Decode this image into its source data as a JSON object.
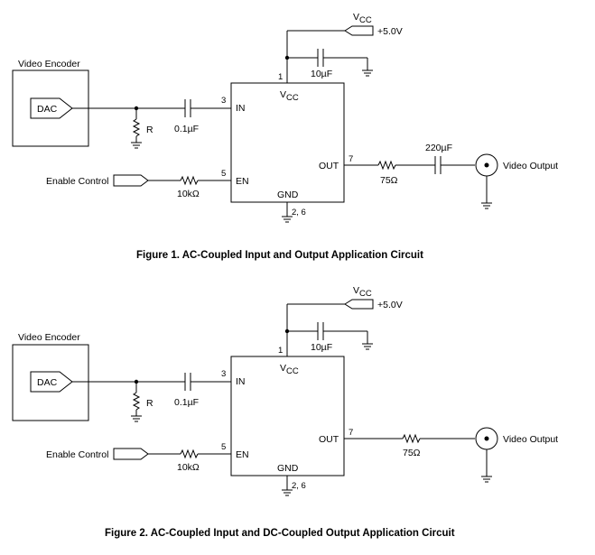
{
  "figure1": {
    "caption": "Figure 1. AC-Coupled Input and Output Application Circuit",
    "encoder_label": "Video Encoder",
    "dac_label": "DAC",
    "r_label": "R",
    "cin_label": "0.1µF",
    "enable_label": "Enable Control",
    "ren_label": "10kΩ",
    "vcc_supply_label": "V",
    "vcc_supply_sub": "CC",
    "supply_value": "+5.0V",
    "cbypass_label": "10µF",
    "pin_vcc": "1",
    "pin_in": "3",
    "pin_en": "5",
    "pin_out": "7",
    "pin_gnd": "2, 6",
    "ic_vcc": "V",
    "ic_vcc_sub": "CC",
    "ic_in": "IN",
    "ic_en": "EN",
    "ic_out": "OUT",
    "ic_gnd": "GND",
    "rout_label": "75Ω",
    "cout_label": "220µF",
    "output_label": "Video Output"
  },
  "figure2": {
    "caption": "Figure 2. AC-Coupled Input and DC-Coupled Output Application Circuit",
    "encoder_label": "Video Encoder",
    "dac_label": "DAC",
    "r_label": "R",
    "cin_label": "0.1µF",
    "enable_label": "Enable Control",
    "ren_label": "10kΩ",
    "vcc_supply_label": "V",
    "vcc_supply_sub": "CC",
    "supply_value": "+5.0V",
    "cbypass_label": "10µF",
    "pin_vcc": "1",
    "pin_in": "3",
    "pin_en": "5",
    "pin_out": "7",
    "pin_gnd": "2, 6",
    "ic_vcc": "V",
    "ic_vcc_sub": "CC",
    "ic_in": "IN",
    "ic_en": "EN",
    "ic_out": "OUT",
    "ic_gnd": "GND",
    "rout_label": "75Ω",
    "output_label": "Video Output"
  }
}
